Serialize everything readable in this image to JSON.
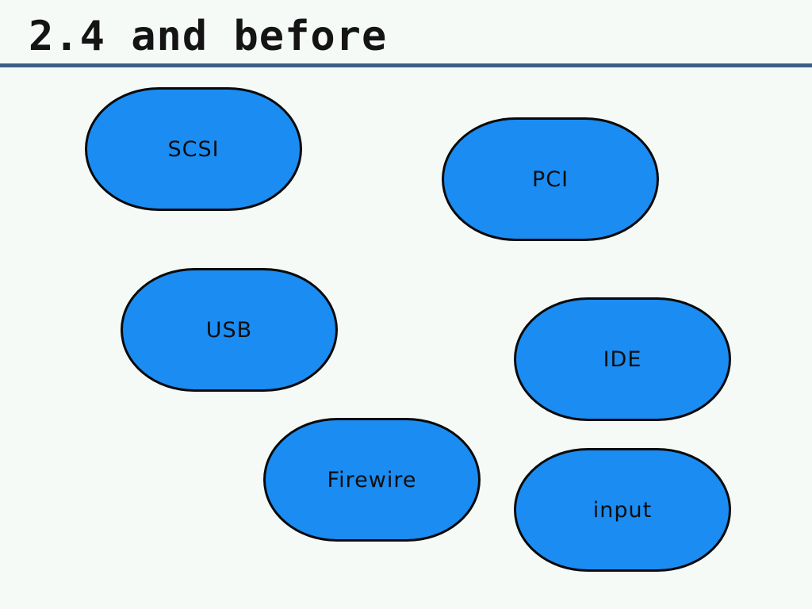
{
  "slide": {
    "title": "2.4 and before"
  },
  "diagram": {
    "nodes": [
      {
        "id": "scsi",
        "label": "SCSI"
      },
      {
        "id": "pci",
        "label": "PCI"
      },
      {
        "id": "usb",
        "label": "USB"
      },
      {
        "id": "ide",
        "label": "IDE"
      },
      {
        "id": "firewire",
        "label": "Firewire"
      },
      {
        "id": "input",
        "label": "input"
      }
    ]
  },
  "colors": {
    "background": "#f5faf7",
    "rule": "#3d5f86",
    "node_fill": "#1b8cf2",
    "node_border": "#0a0a0a"
  }
}
